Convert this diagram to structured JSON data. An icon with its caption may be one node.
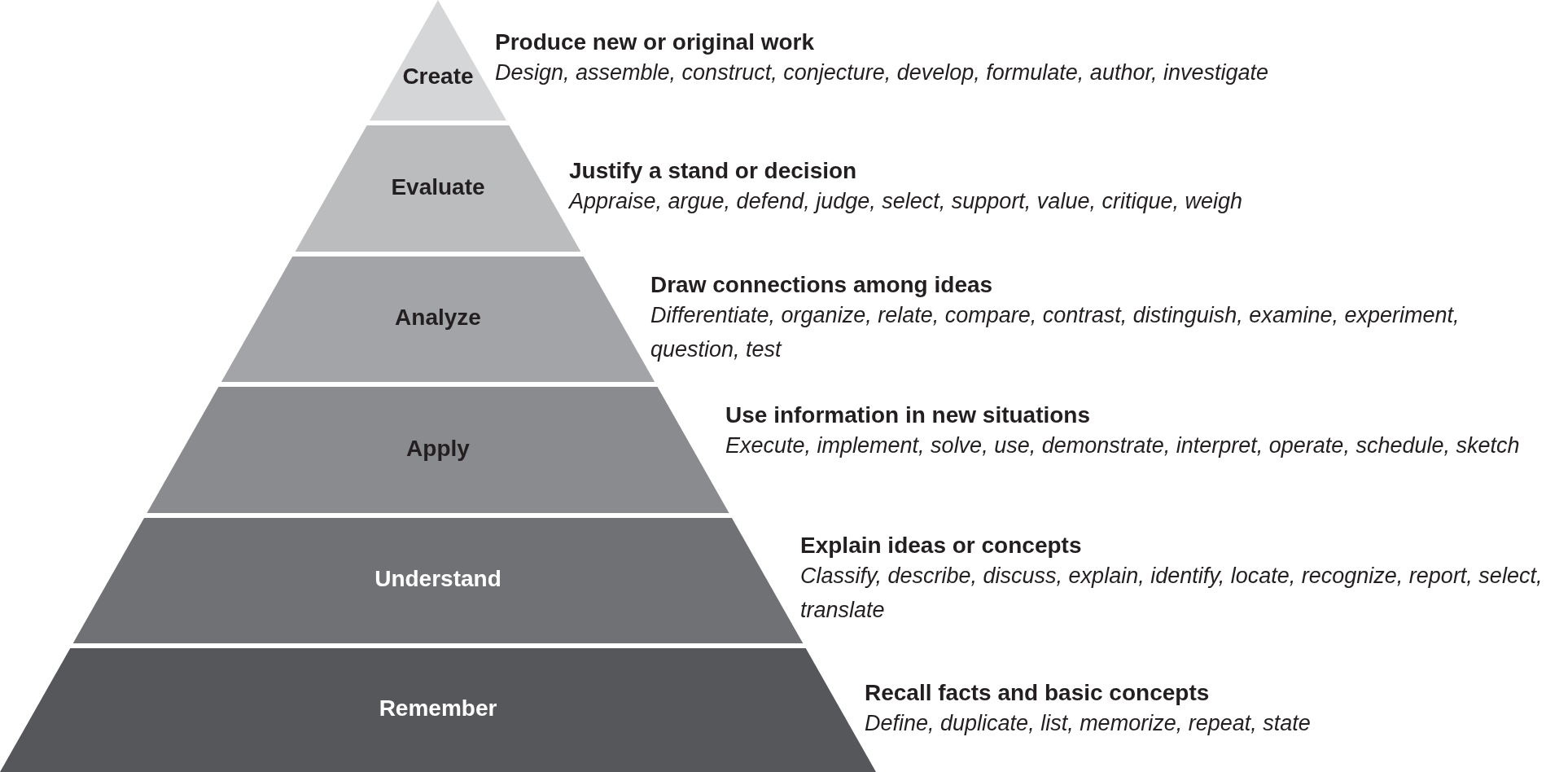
{
  "diagram": {
    "nodes": [
      {
        "text": [
          "Create"
        ],
        "beside": [
          "Produce new or original work",
          "Design, assemble, construct, conjecture, develop, formulate, author, investigate"
        ]
      },
      {
        "text": [
          "Evaluate"
        ],
        "beside": [
          "Justify a stand or decision",
          "Appraise, argue, defend, judge, select, support, value, critique, weigh"
        ]
      },
      {
        "text": [
          "Analyze"
        ],
        "beside": [
          "Draw connections among ideas",
          "Differentiate, organize, relate, compare, contrast, distinguish, examine, experiment, question, test"
        ]
      },
      {
        "text": [
          "Apply"
        ],
        "beside": [
          "Use information in new situations",
          "Execute, implement, solve, use, demonstrate, interpret, operate, schedule, sketch"
        ]
      },
      {
        "text": [
          "Understand"
        ],
        "beside": [
          "Explain ideas or concepts",
          "Classify, describe, discuss, explain, identify, locate, recognize, report, select, translate"
        ]
      },
      {
        "text": [
          "Remember"
        ],
        "beside": [
          "Recall facts and basic concepts",
          "Define, duplicate, list, memorize, repeat, state"
        ]
      }
    ]
  }
}
